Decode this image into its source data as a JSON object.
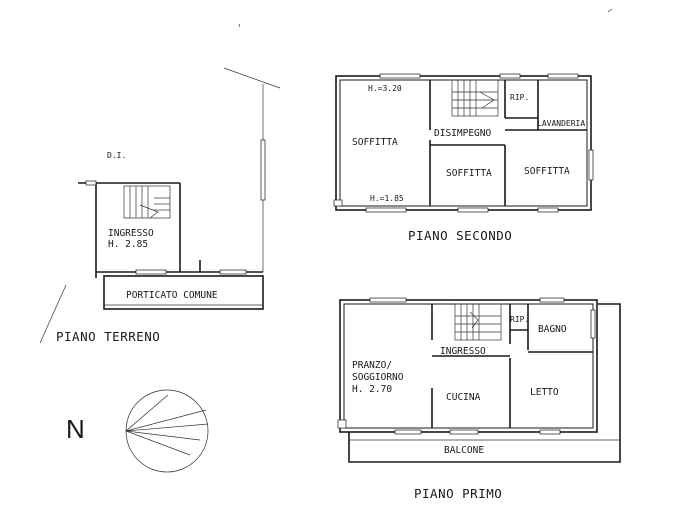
{
  "ground_floor": {
    "title": "PIANO TERRENO",
    "di_label": "D.I.",
    "ingresso": "INGRESSO",
    "height": "H. 2.85",
    "porticato": "PORTICATO COMUNE"
  },
  "second_floor": {
    "title": "PIANO SECONDO",
    "height_top": "H.=3.20",
    "height_bottom": "H.=1.85",
    "soffitta_big": "SOFFITTA",
    "disimpegno": "DISIMPEGNO",
    "rip": "RIP.",
    "lavanderia": "LAVANDERIA",
    "soffitta_mid": "SOFFITTA",
    "soffitta_right": "SOFFITTA"
  },
  "first_floor": {
    "title": "PIANO PRIMO",
    "rip": "RIP.",
    "bagno": "BAGNO",
    "ingresso": "INGRESSO",
    "pranzo_1": "PRANZO/",
    "pranzo_2": "SOGGIORNO",
    "height": "H. 2.70",
    "cucina": "CUCINA",
    "letto": "LETTO",
    "balcone": "BALCONE"
  },
  "compass": {
    "label": "N"
  }
}
